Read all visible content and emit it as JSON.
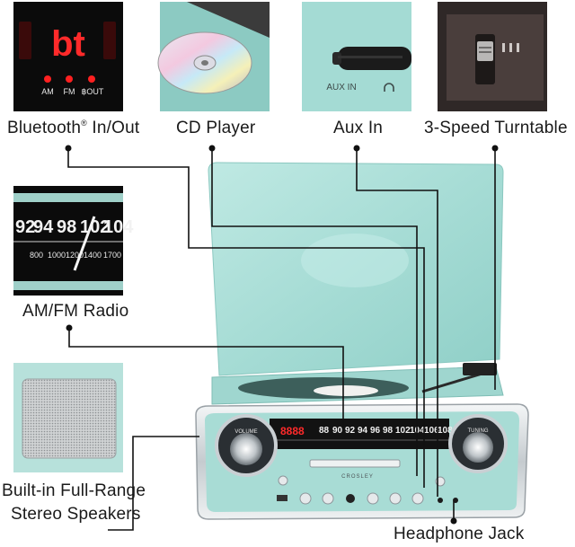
{
  "features": {
    "bluetooth": {
      "label": "Bluetooth",
      "mark": "®",
      "label_suffix": " In/Out"
    },
    "cd_player": {
      "label": "CD Player"
    },
    "aux_in": {
      "label": "Aux In"
    },
    "turntable": {
      "label": "3-Speed Turntable"
    },
    "radio": {
      "label": "AM/FM Radio"
    },
    "speakers": {
      "label_line1": "Built-in Full-Range",
      "label_line2": "Stereo Speakers"
    },
    "headphone": {
      "label": "Headphone Jack"
    }
  },
  "bt_closeup": {
    "display": "bt",
    "indicators": [
      "AM",
      "FM",
      "฿OUT"
    ]
  },
  "aux_closeup": {
    "port_label": "AUX IN"
  },
  "radio_closeup": {
    "fm_scale": [
      "92",
      "94",
      "98",
      "102",
      "104"
    ],
    "am_scale": [
      "800",
      "1000",
      "1200",
      "1400",
      "1700"
    ]
  },
  "device": {
    "clock_display": "8888",
    "brand": "CROSLEY",
    "dial_scale": [
      "88",
      "90",
      "92",
      "94",
      "96",
      "98",
      "102",
      "104",
      "106",
      "108"
    ],
    "knob_left": "VOLUME",
    "knob_right": "TUNING"
  },
  "colors": {
    "turquoise": "#a9dcd6",
    "turquoise_dark": "#7fc2ba",
    "chrome": "#d9dde0",
    "line": "#111111"
  }
}
